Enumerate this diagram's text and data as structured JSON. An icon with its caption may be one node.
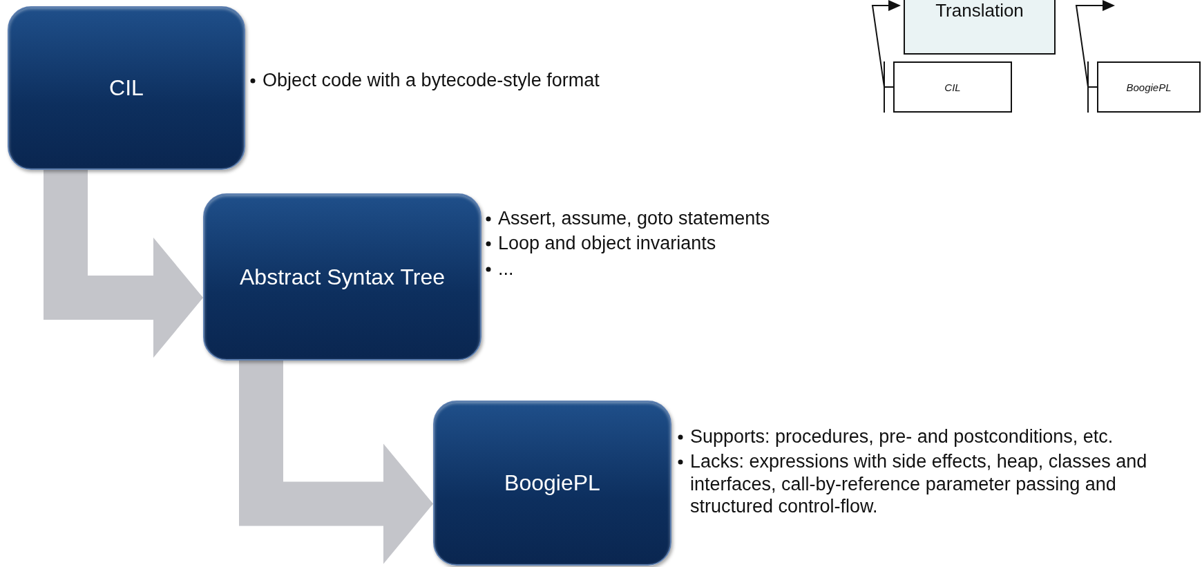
{
  "diagram": {
    "nodes": [
      {
        "text": [
          "CIL"
        ],
        "beside": [
          "Object code with a bytecode-style format"
        ]
      },
      {
        "text": [
          "Abstract Syntax Tree"
        ],
        "beside": [
          "Assert, assume, goto statements",
          "Loop and object invariants",
          "..."
        ]
      },
      {
        "text": [
          "BoogiePL"
        ],
        "beside": [
          "Supports: procedures, pre- and postconditions, etc.",
          "Lacks: expressions with side effects, heap, classes and interfaces, call-by-reference parameter passing and structured control-flow."
        ]
      },
      {
        "text": [
          "Translation"
        ]
      },
      {
        "text": [
          "CIL"
        ]
      },
      {
        "text": [
          "BoogiePL"
        ]
      }
    ],
    "edges": [
      {
        "from": 0,
        "to": 1,
        "arrow": "to",
        "style": "thick",
        "color": "#c4c5ca"
      },
      {
        "from": 1,
        "to": 2,
        "arrow": "to",
        "style": "thick",
        "color": "#c4c5ca"
      },
      {
        "from": 4,
        "to": 3,
        "arrow": "to",
        "color": "#111111"
      },
      {
        "from": 5,
        "to": null,
        "arrow": "to",
        "color": "#111111"
      }
    ]
  }
}
